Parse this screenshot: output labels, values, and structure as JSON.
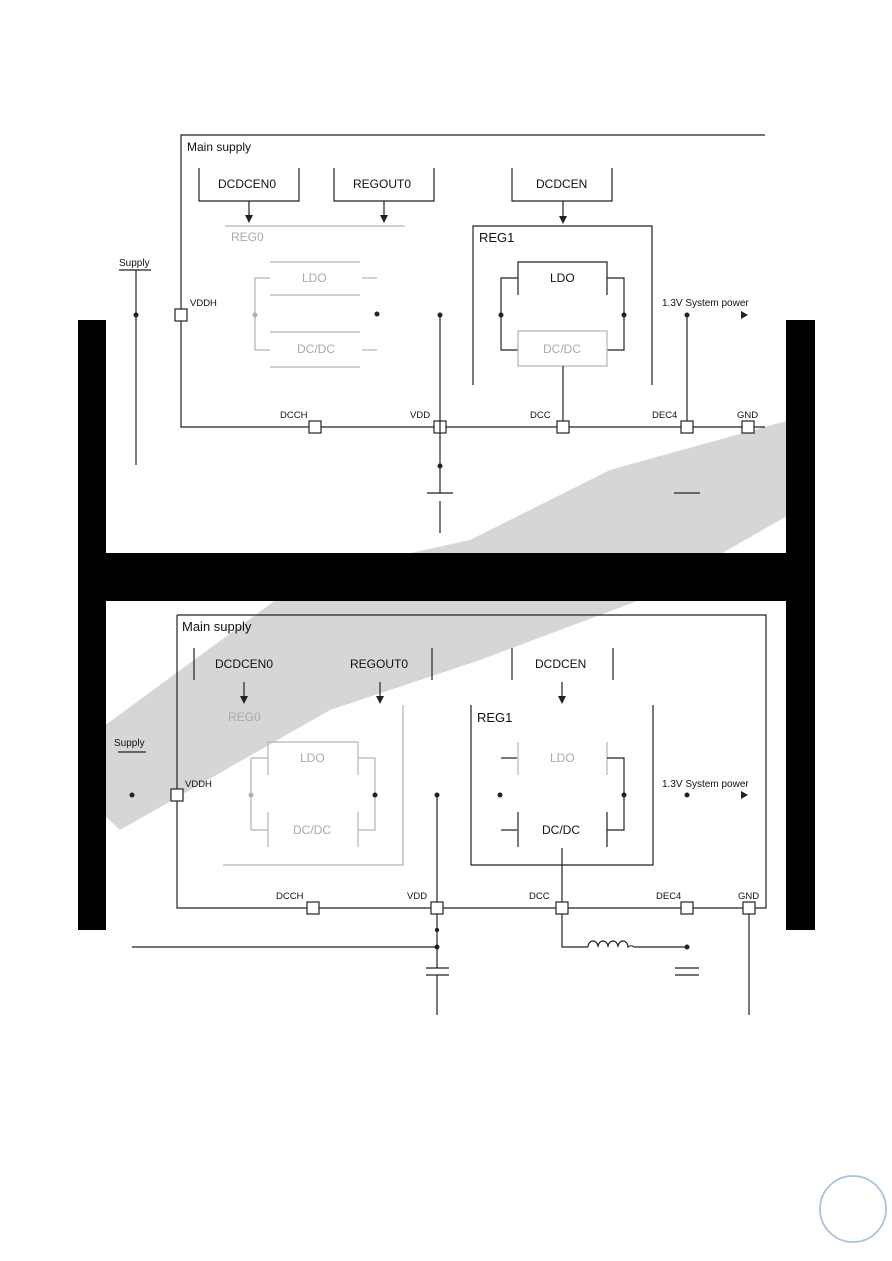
{
  "diagrams": [
    {
      "main_supply": "Main supply",
      "dcdcen0": "DCDCEN0",
      "regout0": "REGOUT0",
      "dcdcen": "DCDCEN",
      "reg0": "REG0",
      "reg1": "REG1",
      "ldo0": "LDO",
      "dcdc0": "DC/DC",
      "ldo1": "LDO",
      "dcdc1": "DC/DC",
      "supply": "Supply",
      "system_power": "1.3V System power",
      "pins": {
        "vddh": "VDDH",
        "dcch": "DCCH",
        "vdd": "VDD",
        "dcc": "DCC",
        "dec4": "DEC4",
        "gnd": "GND"
      }
    },
    {
      "main_supply": "Main supply",
      "dcdcen0": "DCDCEN0",
      "regout0": "REGOUT0",
      "dcdcen": "DCDCEN",
      "reg0": "REG0",
      "reg1": "REG1",
      "ldo0": "LDO",
      "dcdc0": "DC/DC",
      "ldo1": "LDO",
      "dcdc1": "DC/DC",
      "supply": "Supply",
      "system_power": "1.3V System power",
      "pins": {
        "vddh": "VDDH",
        "dcch": "DCCH",
        "vdd": "VDD",
        "dcc": "DCC",
        "dec4": "DEC4",
        "gnd": "GND"
      }
    }
  ]
}
